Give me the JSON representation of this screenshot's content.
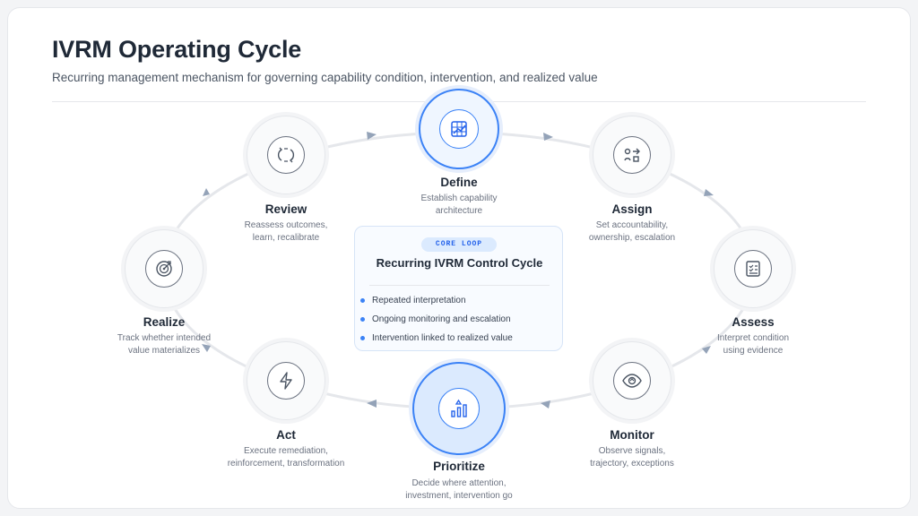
{
  "title": "IVRM Operating Cycle",
  "subtitle": "Recurring management mechanism for governing capability condition, intervention, and realized value",
  "accent_color": "#3b82f6",
  "nodes": [
    {
      "id": "define",
      "label": "Define",
      "description": "Establish capability\narchitecture",
      "icon": "grid-chart-icon",
      "highlighted": true
    },
    {
      "id": "assign",
      "label": "Assign",
      "description": "Set accountability,\nownership, escalation",
      "icon": "shapes-arrow-icon",
      "highlighted": false
    },
    {
      "id": "assess",
      "label": "Assess",
      "description": "Interpret condition\nusing evidence",
      "icon": "checklist-icon",
      "highlighted": false
    },
    {
      "id": "monitor",
      "label": "Monitor",
      "description": "Observe signals,\ntrajectory, exceptions",
      "icon": "eye-icon",
      "highlighted": false
    },
    {
      "id": "prioritize",
      "label": "Prioritize",
      "description": "Decide where attention,\ninvestment, intervention go",
      "icon": "bar-chart-icon",
      "highlighted": true
    },
    {
      "id": "act",
      "label": "Act",
      "description": "Execute remediation,\nreinforcement, transformation",
      "icon": "lightning-icon",
      "highlighted": false
    },
    {
      "id": "realize",
      "label": "Realize",
      "description": "Track whether intended\nvalue materializes",
      "icon": "target-icon",
      "highlighted": false
    },
    {
      "id": "review",
      "label": "Review",
      "description": "Reassess outcomes,\nlearn, recalibrate",
      "icon": "cycle-icon",
      "highlighted": false
    }
  ],
  "core": {
    "badge": "CORE LOOP",
    "title": "Recurring IVRM Control Cycle",
    "items": [
      "Repeated interpretation",
      "Ongoing monitoring and escalation",
      "Intervention linked to realized value"
    ]
  }
}
